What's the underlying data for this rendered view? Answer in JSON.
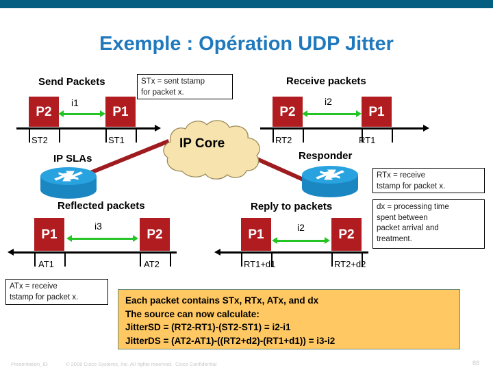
{
  "slide": {
    "title": "Exemple : Opération UDP Jitter",
    "accent_color": "#2079bd",
    "topbar_color": "#035e81",
    "packet_box_color": "#b01c20",
    "interval_arrow_color": "#25c425",
    "cloud_color": "#f7e3ae",
    "summary_bg": "#ffc863",
    "link_color": "#9e1b20"
  },
  "sections": {
    "send": {
      "label": "Send Packets",
      "boxes": [
        {
          "label": "P2"
        },
        {
          "label": "P1"
        }
      ],
      "interval": "i1",
      "ticks": [
        "ST2",
        "ST1"
      ],
      "direction": "right"
    },
    "receive": {
      "label": "Receive packets",
      "boxes": [
        {
          "label": "P2"
        },
        {
          "label": "P1"
        }
      ],
      "interval": "i2",
      "ticks": [
        "RT2",
        "RT1"
      ],
      "direction": "right"
    },
    "reflected": {
      "label": "Reflected packets",
      "boxes": [
        {
          "label": "P1"
        },
        {
          "label": "P2"
        }
      ],
      "interval": "i3",
      "ticks": [
        "AT1",
        "AT2"
      ],
      "direction": "left"
    },
    "reply": {
      "label": "Reply to packets",
      "boxes": [
        {
          "label": "P1"
        },
        {
          "label": "P2"
        }
      ],
      "interval": "i2",
      "ticks": [
        "RT1+d1",
        "RT2+d2"
      ],
      "direction": "left"
    }
  },
  "network": {
    "cloud_label": "IP Core",
    "source_label": "IP SLAs",
    "responder_label": "Responder"
  },
  "notes": {
    "st": {
      "line1": "STx = sent tstamp",
      "line2": "for packet x."
    },
    "rt": {
      "line1": "RTx = receive",
      "line2": "tstamp for packet x."
    },
    "at": {
      "line1": "ATx = receive",
      "line2": "tstamp for packet x."
    },
    "dx": {
      "line1": "dx = processing time",
      "line2": "spent between",
      "line3": "packet arrival and",
      "line4": "treatment."
    }
  },
  "summary": {
    "line1": "Each packet contains STx, RTx, ATx, and dx",
    "line2": "The source can now calculate:",
    "line3": "JitterSD = (RT2-RT1)-(ST2-ST1) = i2-i1",
    "line4": "JitterDS = (AT2-AT1)-((RT2+d2)-(RT1+d1)) = i3-i2"
  },
  "footer": {
    "presentation_id": "Presentation_ID",
    "copyright": "© 2006 Cisco Systems, Inc. All rights reserved.",
    "confidential": "Cisco Confidential",
    "page_number": "88"
  }
}
